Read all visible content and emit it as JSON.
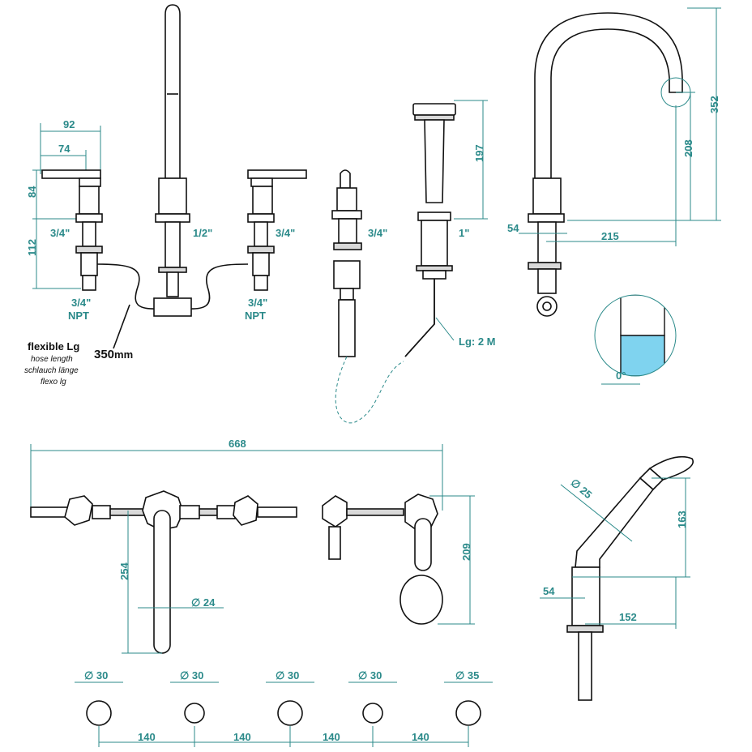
{
  "colors": {
    "dimension": "#2b8a8a",
    "outline": "#111111",
    "lens_fill": "#7fd3ef"
  },
  "front_view": {
    "dim_92": "92",
    "dim_74": "74",
    "dim_84": "84",
    "dim_112": "112",
    "thread_left": "3/4\"",
    "thread_center": "1/2\"",
    "thread_right": "3/4\"",
    "npt_left": "3/4\"",
    "npt_left_sub": "NPT",
    "npt_right": "3/4\"",
    "npt_right_sub": "NPT",
    "hose_title": "flexible Lg",
    "hose_en": "hose length",
    "hose_de": "schlauch länge",
    "hose_fr": "flexo lg",
    "hose_length": "350",
    "hose_length_unit": "mm"
  },
  "diverter_view": {
    "thread": "3/4\""
  },
  "handshower_view": {
    "dim_197": "197",
    "thread": "1\"",
    "hose_label": "Lg: 2 M"
  },
  "spout_view": {
    "dim_352": "352",
    "dim_208": "208",
    "dim_54": "54",
    "dim_215": "215",
    "angle": "0°"
  },
  "top_view": {
    "dim_668": "668",
    "dim_254": "254",
    "dim_209": "209",
    "dia_24": "∅ 24"
  },
  "holes": {
    "diameters": [
      "∅ 30",
      "∅ 30",
      "∅ 30",
      "∅ 30",
      "∅ 35"
    ],
    "spacings": [
      "140",
      "140",
      "140",
      "140"
    ]
  },
  "handshower_detail": {
    "dia_25": "∅ 25",
    "dim_163": "163",
    "dim_54": "54",
    "dim_152": "152"
  }
}
